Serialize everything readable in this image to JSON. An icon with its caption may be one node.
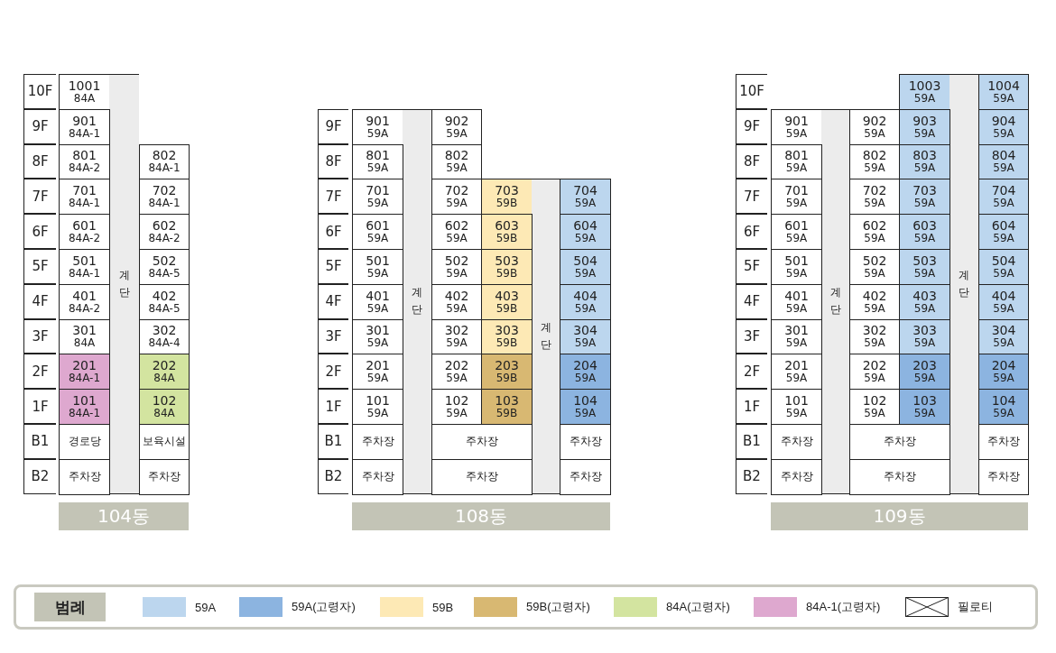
{
  "diagram": {
    "nodes": [
      {
        "text": [
          "10F"
        ]
      },
      {
        "text": [
          "1001",
          "84A"
        ]
      },
      {
        "text": [
          "계단"
        ]
      },
      {
        "text": [
          "9F"
        ]
      },
      {
        "text": [
          "901",
          "84A-1"
        ]
      },
      {
        "text": [
          "8F"
        ]
      },
      {
        "text": [
          "801",
          "84A-2"
        ]
      },
      {
        "text": [
          "802",
          "84A-1"
        ]
      },
      {
        "text": [
          "7F"
        ]
      },
      {
        "text": [
          "701",
          "84A-1"
        ]
      },
      {
        "text": [
          "702",
          "84A-1"
        ]
      },
      {
        "text": [
          "6F"
        ]
      },
      {
        "text": [
          "601",
          "84A-2"
        ]
      },
      {
        "text": [
          "602",
          "84A-2"
        ]
      },
      {
        "text": [
          "5F"
        ]
      },
      {
        "text": [
          "501",
          "84A-1"
        ]
      },
      {
        "text": [
          "502",
          "84A-5"
        ]
      },
      {
        "text": [
          "4F"
        ]
      },
      {
        "text": [
          "401",
          "84A-2"
        ]
      },
      {
        "text": [
          "402",
          "84A-5"
        ]
      },
      {
        "text": [
          "3F"
        ]
      },
      {
        "text": [
          "301",
          "84A"
        ]
      },
      {
        "text": [
          "302",
          "84A-4"
        ]
      },
      {
        "text": [
          "2F"
        ]
      },
      {
        "text": [
          "201",
          "84A-1"
        ]
      },
      {
        "text": [
          "202",
          "84A"
        ]
      },
      {
        "text": [
          "1F"
        ]
      },
      {
        "text": [
          "101",
          "84A-1"
        ]
      },
      {
        "text": [
          "102",
          "84A"
        ]
      },
      {
        "text": [
          "B1"
        ]
      },
      {
        "text": [
          "경로당"
        ]
      },
      {
        "text": [
          "보육시설"
        ]
      },
      {
        "text": [
          "B2"
        ]
      },
      {
        "text": [
          "주차장"
        ]
      },
      {
        "text": [
          "주차장"
        ]
      },
      {
        "text": [
          "104동"
        ]
      },
      {
        "text": [
          "9F"
        ]
      },
      {
        "text": [
          "901",
          "59A"
        ]
      },
      {
        "text": [
          "계단"
        ]
      },
      {
        "text": [
          "902",
          "59A"
        ]
      },
      {
        "text": [
          "8F"
        ]
      },
      {
        "text": [
          "801",
          "59A"
        ]
      },
      {
        "text": [
          "802",
          "59A"
        ]
      },
      {
        "text": [
          "7F"
        ]
      },
      {
        "text": [
          "701",
          "59A"
        ]
      },
      {
        "text": [
          "702",
          "59A"
        ]
      },
      {
        "text": [
          "703",
          "59B"
        ]
      },
      {
        "text": [
          "계단"
        ]
      },
      {
        "text": [
          "704",
          "59A"
        ]
      },
      {
        "text": [
          "6F"
        ]
      },
      {
        "text": [
          "601",
          "59A"
        ]
      },
      {
        "text": [
          "602",
          "59A"
        ]
      },
      {
        "text": [
          "603",
          "59B"
        ]
      },
      {
        "text": [
          "604",
          "59A"
        ]
      },
      {
        "text": [
          "5F"
        ]
      },
      {
        "text": [
          "501",
          "59A"
        ]
      },
      {
        "text": [
          "502",
          "59A"
        ]
      },
      {
        "text": [
          "503",
          "59B"
        ]
      },
      {
        "text": [
          "504",
          "59A"
        ]
      },
      {
        "text": [
          "4F"
        ]
      },
      {
        "text": [
          "401",
          "59A"
        ]
      },
      {
        "text": [
          "402",
          "59A"
        ]
      },
      {
        "text": [
          "403",
          "59B"
        ]
      },
      {
        "text": [
          "404",
          "59A"
        ]
      },
      {
        "text": [
          "3F"
        ]
      },
      {
        "text": [
          "301",
          "59A"
        ]
      },
      {
        "text": [
          "302",
          "59A"
        ]
      },
      {
        "text": [
          "303",
          "59B"
        ]
      },
      {
        "text": [
          "304",
          "59A"
        ]
      },
      {
        "text": [
          "2F"
        ]
      },
      {
        "text": [
          "201",
          "59A"
        ]
      },
      {
        "text": [
          "202",
          "59A"
        ]
      },
      {
        "text": [
          "203",
          "59B"
        ]
      },
      {
        "text": [
          "204",
          "59A"
        ]
      },
      {
        "text": [
          "1F"
        ]
      },
      {
        "text": [
          "101",
          "59A"
        ]
      },
      {
        "text": [
          "102",
          "59A"
        ]
      },
      {
        "text": [
          "103",
          "59B"
        ]
      },
      {
        "text": [
          "104",
          "59A"
        ]
      },
      {
        "text": [
          "B1"
        ]
      },
      {
        "text": [
          "주차장"
        ]
      },
      {
        "text": [
          "주차장"
        ]
      },
      {
        "text": [
          "주차장"
        ]
      },
      {
        "text": [
          "B2"
        ]
      },
      {
        "text": [
          "주차장"
        ]
      },
      {
        "text": [
          "주차장"
        ]
      },
      {
        "text": [
          "주차장"
        ]
      },
      {
        "text": [
          "108동"
        ]
      },
      {
        "text": [
          "10F"
        ]
      },
      {
        "text": [
          "1003",
          "59A"
        ]
      },
      {
        "text": [
          "계단"
        ]
      },
      {
        "text": [
          "1004",
          "59A"
        ]
      },
      {
        "text": [
          "9F"
        ]
      },
      {
        "text": [
          "901",
          "59A"
        ]
      },
      {
        "text": [
          "계단"
        ]
      },
      {
        "text": [
          "902",
          "59A"
        ]
      },
      {
        "text": [
          "903",
          "59A"
        ]
      },
      {
        "text": [
          "904",
          "59A"
        ]
      },
      {
        "text": [
          "8F"
        ]
      },
      {
        "text": [
          "801",
          "59A"
        ]
      },
      {
        "text": [
          "802",
          "59A"
        ]
      },
      {
        "text": [
          "803",
          "59A"
        ]
      },
      {
        "text": [
          "804",
          "59A"
        ]
      },
      {
        "text": [
          "7F"
        ]
      },
      {
        "text": [
          "701",
          "59A"
        ]
      },
      {
        "text": [
          "702",
          "59A"
        ]
      },
      {
        "text": [
          "703",
          "59A"
        ]
      },
      {
        "text": [
          "704",
          "59A"
        ]
      },
      {
        "text": [
          "6F"
        ]
      },
      {
        "text": [
          "601",
          "59A"
        ]
      },
      {
        "text": [
          "602",
          "59A"
        ]
      },
      {
        "text": [
          "603",
          "59A"
        ]
      },
      {
        "text": [
          "604",
          "59A"
        ]
      },
      {
        "text": [
          "5F"
        ]
      },
      {
        "text": [
          "501",
          "59A"
        ]
      },
      {
        "text": [
          "502",
          "59A"
        ]
      },
      {
        "text": [
          "503",
          "59A"
        ]
      },
      {
        "text": [
          "504",
          "59A"
        ]
      },
      {
        "text": [
          "4F"
        ]
      },
      {
        "text": [
          "401",
          "59A"
        ]
      },
      {
        "text": [
          "402",
          "59A"
        ]
      },
      {
        "text": [
          "403",
          "59A"
        ]
      },
      {
        "text": [
          "404",
          "59A"
        ]
      },
      {
        "text": [
          "3F"
        ]
      },
      {
        "text": [
          "301",
          "59A"
        ]
      },
      {
        "text": [
          "302",
          "59A"
        ]
      },
      {
        "text": [
          "303",
          "59A"
        ]
      },
      {
        "text": [
          "304",
          "59A"
        ]
      },
      {
        "text": [
          "2F"
        ]
      },
      {
        "text": [
          "201",
          "59A"
        ]
      },
      {
        "text": [
          "202",
          "59A"
        ]
      },
      {
        "text": [
          "203",
          "59A"
        ]
      },
      {
        "text": [
          "204",
          "59A"
        ]
      },
      {
        "text": [
          "1F"
        ]
      },
      {
        "text": [
          "101",
          "59A"
        ]
      },
      {
        "text": [
          "102",
          "59A"
        ]
      },
      {
        "text": [
          "103",
          "59A"
        ]
      },
      {
        "text": [
          "104",
          "59A"
        ]
      },
      {
        "text": [
          "B1"
        ]
      },
      {
        "text": [
          "주차장"
        ]
      },
      {
        "text": [
          "주차장"
        ]
      },
      {
        "text": [
          "주차장"
        ]
      },
      {
        "text": [
          "B2"
        ]
      },
      {
        "text": [
          "주차장"
        ]
      },
      {
        "text": [
          "주차장"
        ]
      },
      {
        "text": [
          "주차장"
        ]
      },
      {
        "text": [
          "109동"
        ]
      },
      {
        "text": [
          "범례"
        ]
      }
    ],
    "legend": [
      {
        "text": "59A",
        "color": "#bcd6ee"
      },
      {
        "text": "59A(고령자)",
        "color": "#8cb4e0"
      },
      {
        "text": "59B",
        "color": "#fde9b5"
      },
      {
        "text": "59B(고령자)",
        "color": "#d8b872"
      },
      {
        "text": "84A(고령자)",
        "color": "#d3e4a0"
      },
      {
        "text": "84A-1(고령자)",
        "color": "#dea8cf"
      },
      {
        "text": "필로티"
      }
    ]
  }
}
